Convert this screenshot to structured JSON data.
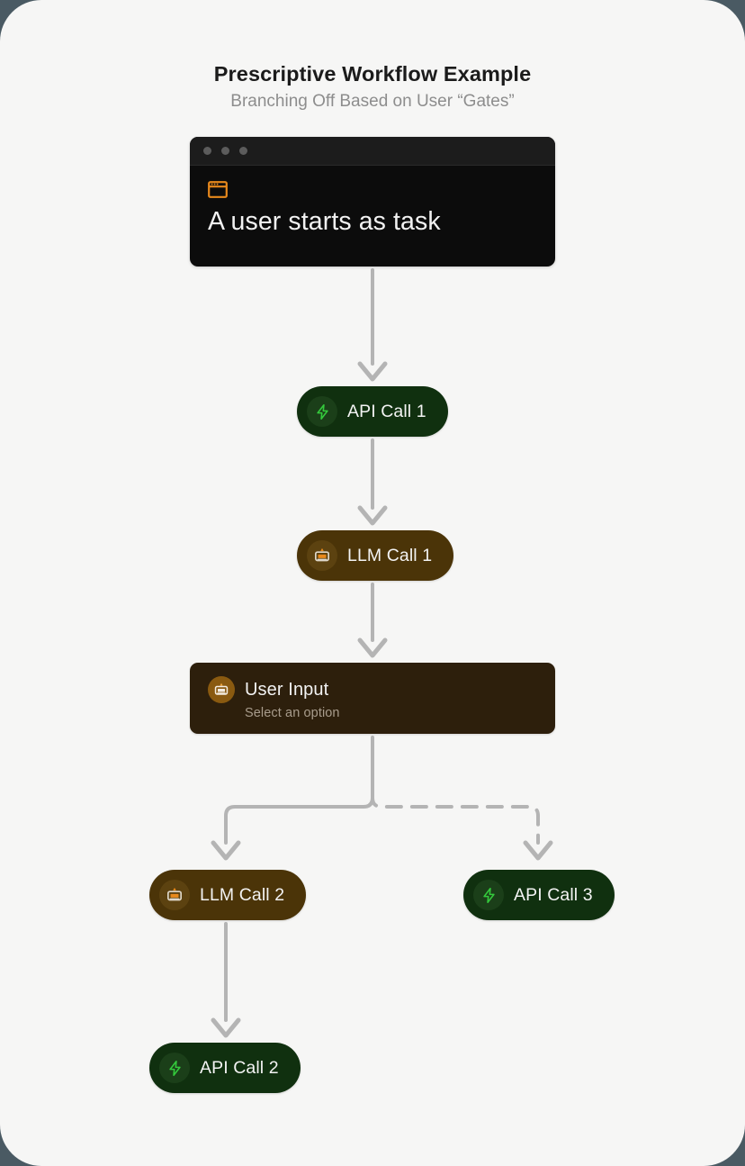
{
  "heading": {
    "title": "Prescriptive Workflow Example",
    "subtitle": "Branching Off Based on User “Gates”"
  },
  "start_card": {
    "icon": "browser-window-icon",
    "text": "A user starts as task",
    "titlebar_dots": 3
  },
  "nodes": [
    {
      "id": "api-call-1",
      "label": "API Call 1",
      "type": "api",
      "icon": "lightning-bolt-icon"
    },
    {
      "id": "llm-call-1",
      "label": "LLM Call 1",
      "type": "llm",
      "icon": "robot-icon"
    },
    {
      "id": "llm-call-2",
      "label": "LLM Call 2",
      "type": "llm",
      "icon": "robot-icon"
    },
    {
      "id": "api-call-3",
      "label": "API Call 3",
      "type": "api",
      "icon": "lightning-bolt-icon"
    },
    {
      "id": "api-call-2",
      "label": "API Call 2",
      "type": "api",
      "icon": "lightning-bolt-icon"
    }
  ],
  "user_input": {
    "title": "User Input",
    "subtitle": "Select an option",
    "icon": "robot-icon"
  },
  "colors": {
    "canvas_bg": "#f6f6f5",
    "page_bg": "#4a5a63",
    "card_dark": "#0c0c0c",
    "api_node": "#10300f",
    "llm_node": "#4b3408",
    "user_input_card": "#2d1f0c",
    "accent_orange": "#e8891c",
    "accent_green": "#34c93c",
    "wire": "#b4b4b4",
    "title_text": "#1b1b1b",
    "subtitle_text": "#8d8d8d"
  },
  "connectors": [
    {
      "from": "start-card",
      "to": "api-call-1",
      "style": "solid"
    },
    {
      "from": "api-call-1",
      "to": "llm-call-1",
      "style": "solid"
    },
    {
      "from": "llm-call-1",
      "to": "user-input",
      "style": "solid"
    },
    {
      "from": "user-input",
      "to": "llm-call-2",
      "style": "solid"
    },
    {
      "from": "user-input",
      "to": "api-call-3",
      "style": "dashed"
    },
    {
      "from": "llm-call-2",
      "to": "api-call-2",
      "style": "solid"
    }
  ]
}
